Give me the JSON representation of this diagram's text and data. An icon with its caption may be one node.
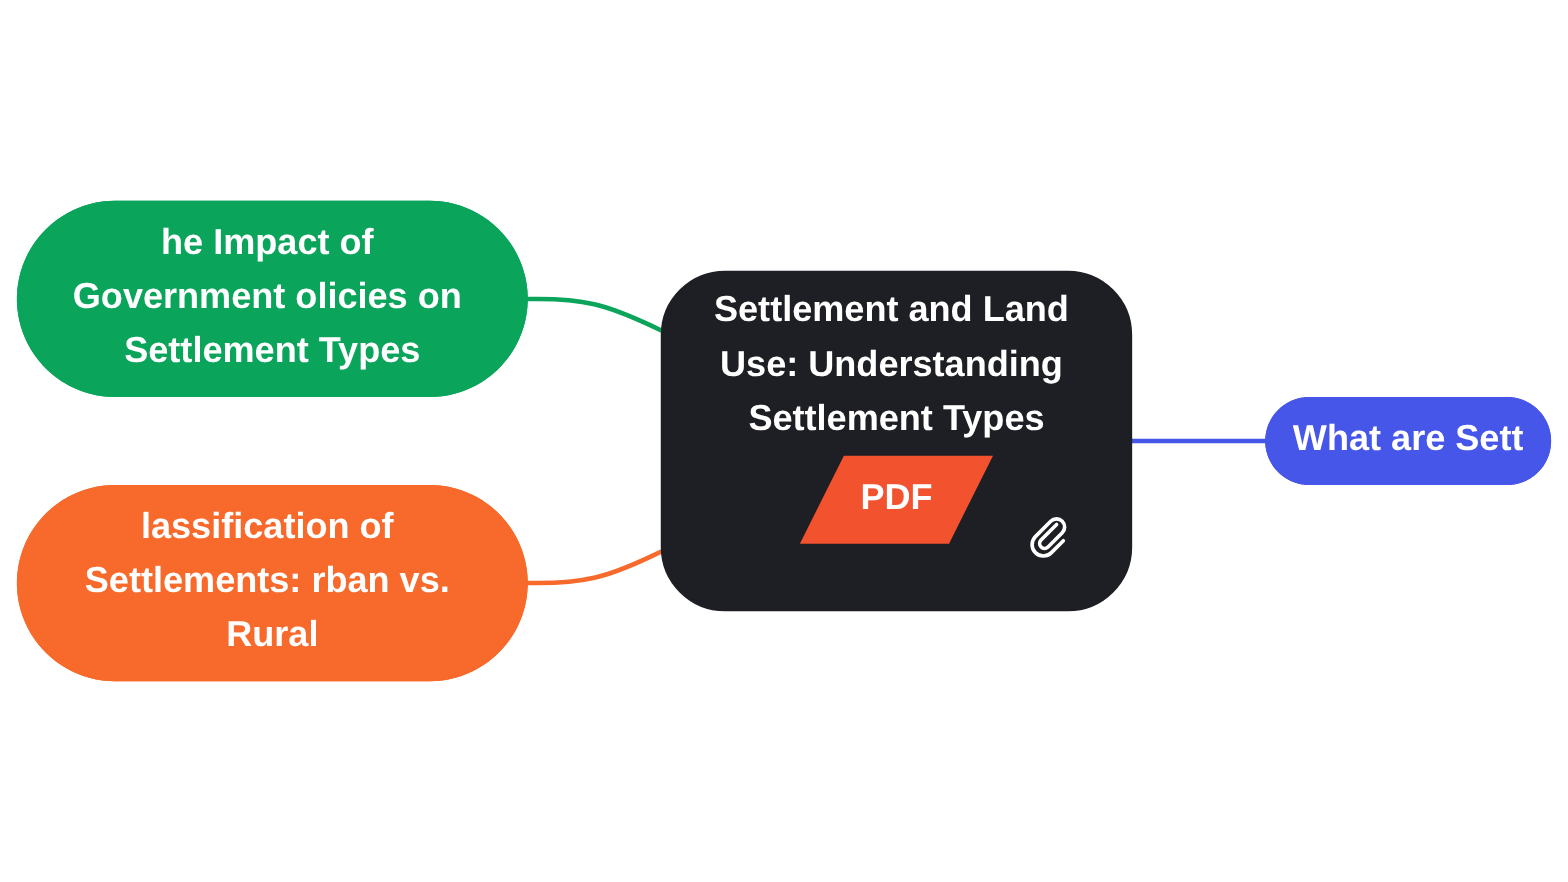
{
  "diagram": {
    "nodes": [
      {
        "text": [
          "Settlement and Land Use: Understanding Settlement Types"
        ]
      },
      {
        "text": [
          "PDF"
        ],
        "in": 0
      },
      {
        "text": [
          "he Impact of Government olicies on Settlement Types"
        ]
      },
      {
        "text": [
          "What are Sett"
        ]
      },
      {
        "text": [
          "lassification of Settlements: rban vs. Rural"
        ]
      }
    ],
    "edges": [
      {
        "from": 2,
        "to": 0,
        "arrow": "none",
        "color": "#0aa55b"
      },
      {
        "from": 0,
        "to": 3,
        "arrow": "none",
        "color": "#4656e8"
      },
      {
        "from": 4,
        "to": 0,
        "arrow": "none",
        "color": "#f76a2b"
      }
    ]
  }
}
